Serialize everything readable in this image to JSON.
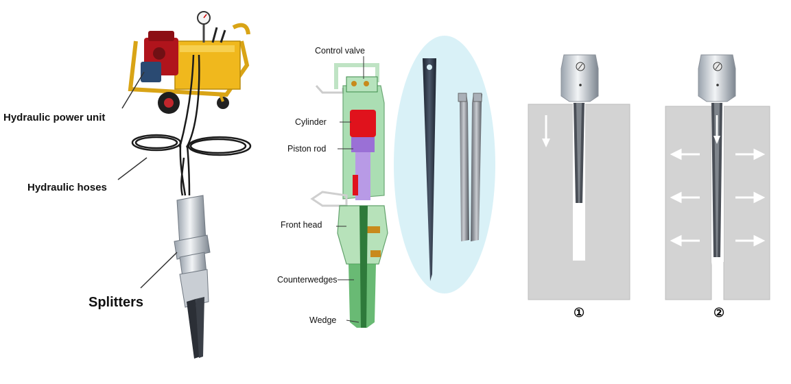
{
  "labels": {
    "power_unit": "Hydraulic power unit",
    "hoses": "Hydraulic hoses",
    "splitters": "Splitters"
  },
  "cutaway_labels": {
    "control_valve": "Control valve",
    "cylinder": "Cylinder",
    "piston_rod": "Piston rod",
    "front_head": "Front head",
    "counterwedges": "Counterwedges",
    "wedge": "Wedge"
  },
  "steps": {
    "step1": "①",
    "step2": "②"
  },
  "colors": {
    "frame_yellow": "#e8b21a",
    "engine_red": "#b0141c",
    "cylinder_red": "#e0121c",
    "piston_purple": "#8a5cc8",
    "housing_green": "#7fc48a",
    "wedge_green": "#2e8b3e",
    "ellipse_blue": "#d9f1f7",
    "steel": "#2f3a4a",
    "rock_gray": "#d3d3d3",
    "arrow_white": "#ffffff"
  }
}
